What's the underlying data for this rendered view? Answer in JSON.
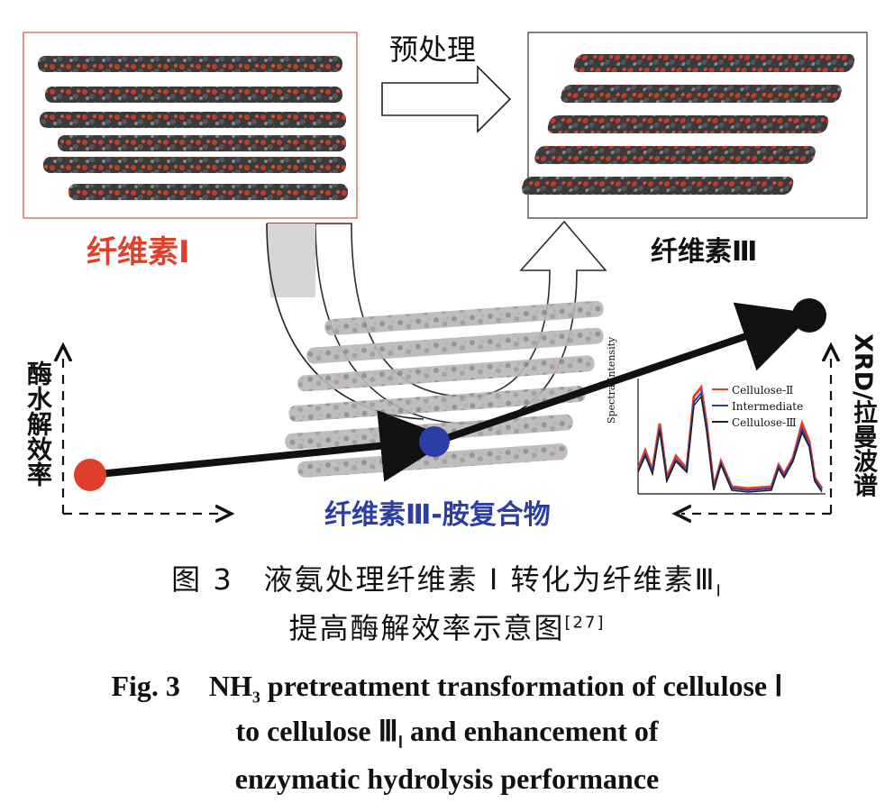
{
  "figure": {
    "arrow_label": "预处理",
    "label_cellulose_I": "纤维素Ⅰ",
    "label_cellulose_III": "纤维素Ⅲ",
    "label_complex": "纤维素Ⅲ-胺复合物",
    "y_axis_left": "酶水解效率",
    "y_axis_right": "XRD/拉曼波谱",
    "spectra_ylabel": "Spectra Intensity",
    "legend": [
      "Cellulose-Ⅱ",
      "Intermediate",
      "Cellulose-Ⅲ"
    ],
    "colors": {
      "red_point": "#e0402a",
      "blue_point": "#2b3ea8",
      "black_point": "#111111",
      "legend_red": "#e0402a",
      "legend_blue": "#2b3ea8",
      "legend_black": "#222222"
    }
  },
  "caption": {
    "cn_line1": "图 3　液氨处理纤维素 Ⅰ 转化为纤维素Ⅲ",
    "cn_line1_sub": "Ⅰ",
    "cn_line2": "提高酶解效率示意图",
    "cn_ref": "[27]",
    "en_line1_a": "Fig. 3　NH",
    "en_line1_sub": "3",
    "en_line1_b": " pretreatment transformation of cellulose Ⅰ",
    "en_line2_a": "to cellulose Ⅲ",
    "en_line2_sub": "Ⅰ",
    "en_line2_b": " and enhancement of",
    "en_line3": "enzymatic hydrolysis performance"
  }
}
